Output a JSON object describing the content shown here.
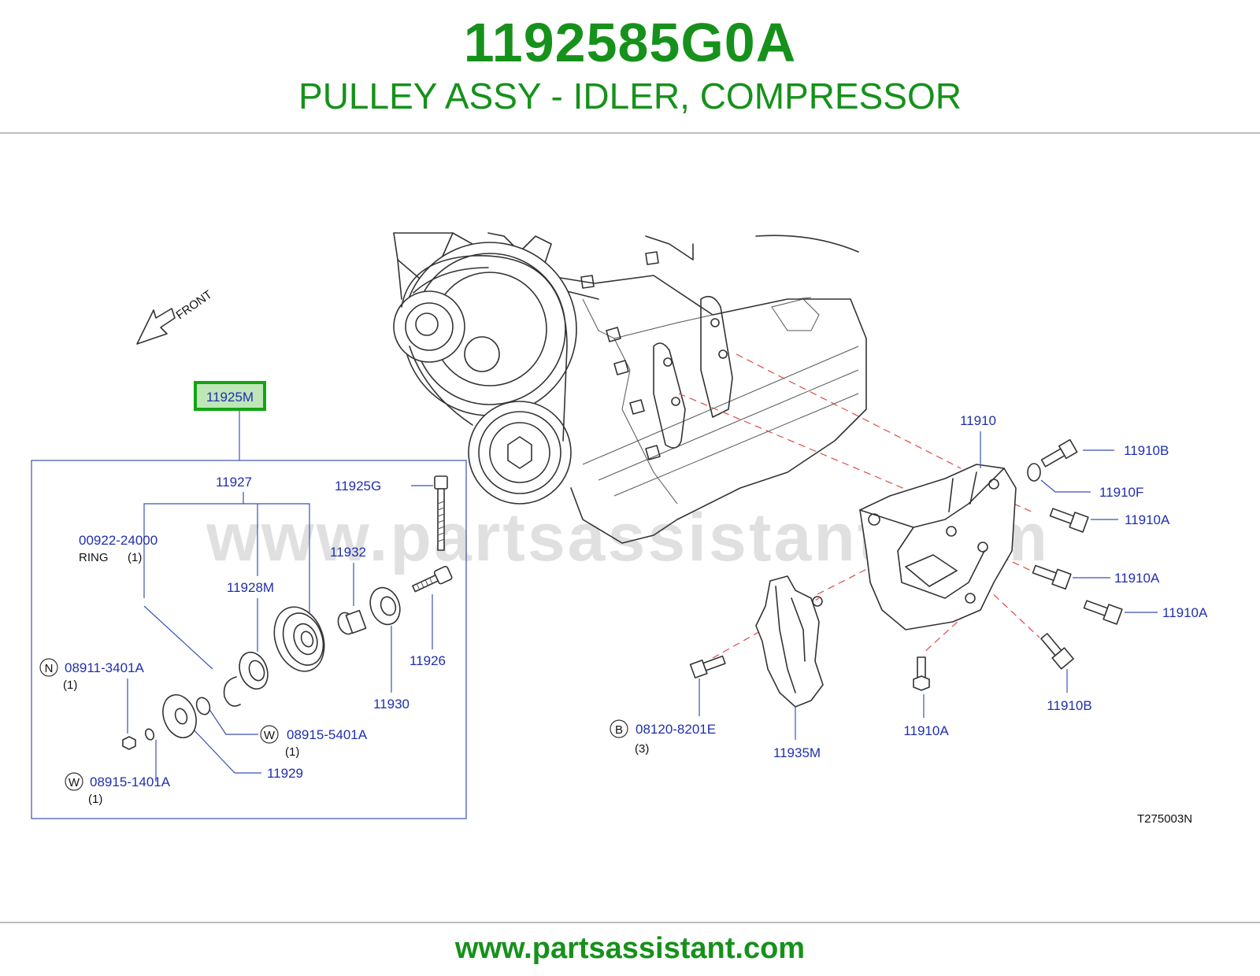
{
  "header": {
    "part_number": "1192585G0A",
    "title": "PULLEY ASSY - IDLER, COMPRESSOR"
  },
  "diagram": {
    "direction": "FRONT",
    "watermark": "www.partsassistant.com",
    "code": "T275003N",
    "highlight_color": "#12a512",
    "label_color": "#1f2fb0",
    "callouts": {
      "p11925M": "11925M",
      "p11927": "11927",
      "p00922": "00922-24000",
      "ring": "RING",
      "ring_qty": "(1)",
      "p11928M": "11928M",
      "p11932": "11932",
      "p11925G": "11925G",
      "p11926": "11926",
      "p11930": "11930",
      "p08911": "08911-3401A",
      "n_badge": "N",
      "n_qty": "(1)",
      "p08915_5401A": "08915-5401A",
      "w1_badge": "W",
      "w1_qty": "(1)",
      "p11929": "11929",
      "p08915_1401A": "08915-1401A",
      "w2_badge": "W",
      "w2_qty": "(1)",
      "p11910": "11910",
      "p11910B_top": "11910B",
      "p11910F": "11910F",
      "p11910A_1": "11910A",
      "p11910A_2": "11910A",
      "p11910A_3": "11910A",
      "p11910B_bottom": "11910B",
      "p11910A_bottom": "11910A",
      "p11935M": "11935M",
      "p08120": "08120-8201E",
      "b_badge": "B",
      "b_qty": "(3)"
    }
  },
  "footer": {
    "url": "www.partsassistant.com"
  }
}
